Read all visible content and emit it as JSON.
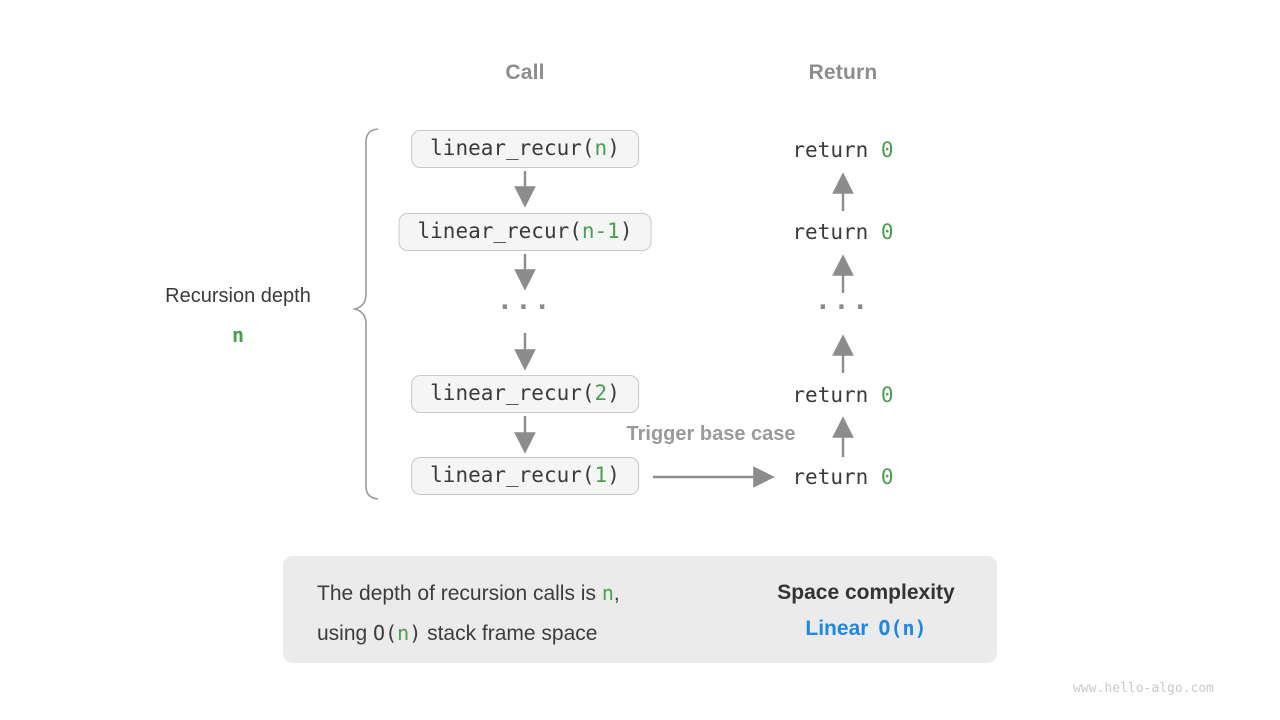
{
  "colors": {
    "accent_green": "#4a9e50",
    "accent_blue": "#1e88e5",
    "gray_label": "#8d8d8d",
    "code_text": "#3b3b3b",
    "arrow_gray": "#8c8c8c",
    "box_fill": "#f5f5f5",
    "box_border": "#c9c9c9",
    "panel_fill": "#ebebeb"
  },
  "headers": {
    "call": "Call",
    "return_label": "Return"
  },
  "left_label": {
    "title": "Recursion depth",
    "depth": "n"
  },
  "call_rows": [
    {
      "prefix": "linear_recur(",
      "arg": "n",
      "suffix": ")"
    },
    {
      "prefix": "linear_recur(",
      "arg": "n-1",
      "suffix": ")"
    },
    {
      "dots": "..."
    },
    {
      "prefix": "linear_recur(",
      "arg": "2",
      "suffix": ")"
    },
    {
      "prefix": "linear_recur(",
      "arg": "1",
      "suffix": ")"
    }
  ],
  "return_rows": [
    {
      "keyword": "return ",
      "value": "0"
    },
    {
      "keyword": "return ",
      "value": "0"
    },
    {
      "dots": "..."
    },
    {
      "keyword": "return ",
      "value": "0"
    },
    {
      "keyword": "return ",
      "value": "0"
    }
  ],
  "annotations": {
    "trigger_base_case": "Trigger base case"
  },
  "summary": {
    "line1_prefix": "The depth of recursion calls is ",
    "line1_n": "n",
    "line1_suffix": ",",
    "line2_prefix": "using ",
    "line2_o_open": "O(",
    "line2_n": "n",
    "line2_o_close": ")",
    "line2_suffix": " stack frame space",
    "right_title": "Space complexity",
    "right_linear": "Linear",
    "right_big_o": "O(n)"
  },
  "watermark": "www.hello-algo.com"
}
